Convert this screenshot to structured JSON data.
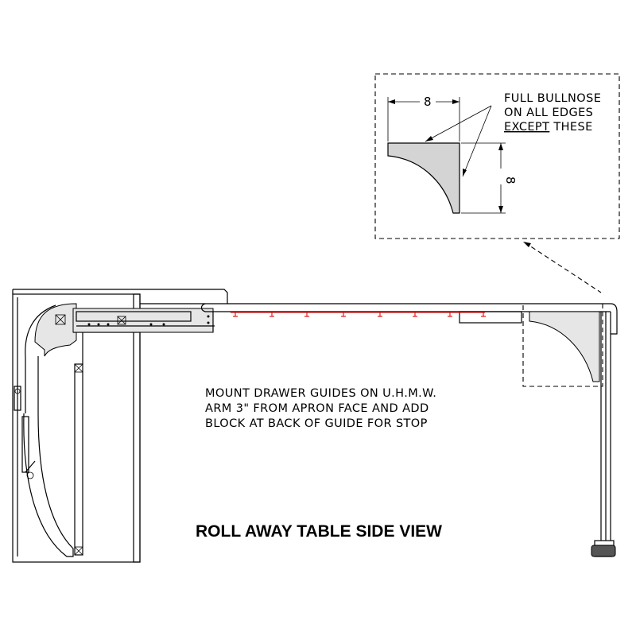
{
  "detail_note": {
    "lines": [
      "FULL BULLNOSE",
      "ON ALL EDGES"
    ],
    "emphasis": "EXCEPT",
    "tail": " THESE"
  },
  "dimensions": {
    "width": "8",
    "height": "8"
  },
  "mount_note": {
    "lines": [
      "MOUNT DRAWER GUIDES ON U.H.M.W.",
      "ARM 3\" FROM APRON FACE AND ADD",
      "BLOCK AT BACK OF GUIDE FOR STOP"
    ]
  },
  "title": "ROLL AWAY TABLE SIDE VIEW",
  "colors": {
    "line": "#000000",
    "fill_gray": "#d4d4d4",
    "hardware_red": "#e32020"
  }
}
